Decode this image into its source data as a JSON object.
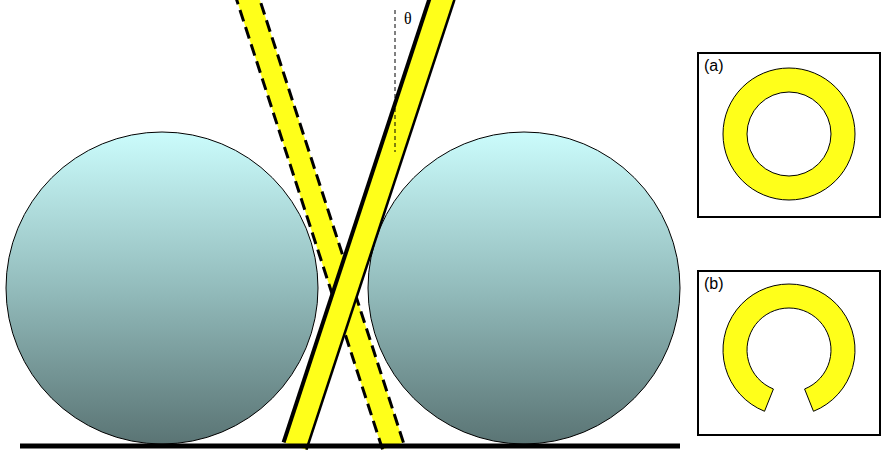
{
  "diagram": {
    "nodes": [
      {
        "text": [
          "(a)"
        ]
      },
      {
        "text": [
          "(b)"
        ]
      }
    ],
    "labels": [
      "θ"
    ]
  }
}
